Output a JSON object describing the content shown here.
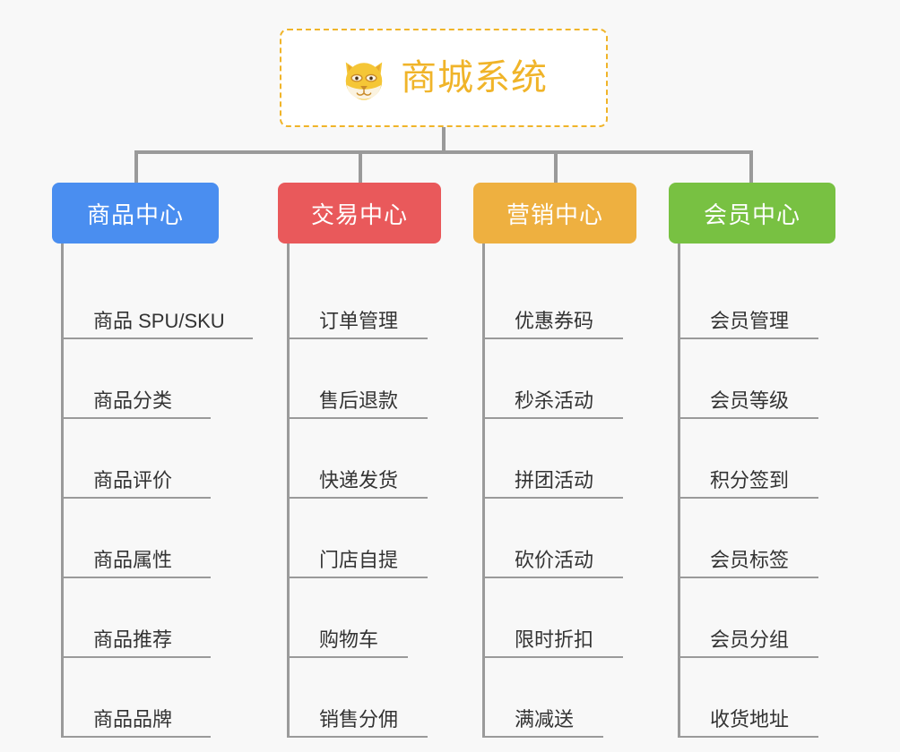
{
  "meta": {
    "background_color": "#f8f8f8",
    "connector_color": "#9a9a9a",
    "leaf_text_color": "#333333"
  },
  "root": {
    "title": "商城系统",
    "icon": "shiba-dog-face-icon",
    "border_color": "#f0b429",
    "text_color": "#f0b429",
    "background_color": "#ffffff"
  },
  "categories": [
    {
      "label": "商品中心",
      "color": "#4a8ef0",
      "items": [
        "商品 SPU/SKU",
        "商品分类",
        "商品评价",
        "商品属性",
        "商品推荐",
        "商品品牌"
      ]
    },
    {
      "label": "交易中心",
      "color": "#e9595b",
      "items": [
        "订单管理",
        "售后退款",
        "快递发货",
        "门店自提",
        "购物车",
        "销售分佣"
      ]
    },
    {
      "label": "营销中心",
      "color": "#eeb040",
      "items": [
        "优惠券码",
        "秒杀活动",
        "拼团活动",
        "砍价活动",
        "限时折扣",
        "满减送"
      ]
    },
    {
      "label": "会员中心",
      "color": "#78c142",
      "items": [
        "会员管理",
        "会员等级",
        "积分签到",
        "会员标签",
        "会员分组",
        "收货地址"
      ]
    }
  ]
}
